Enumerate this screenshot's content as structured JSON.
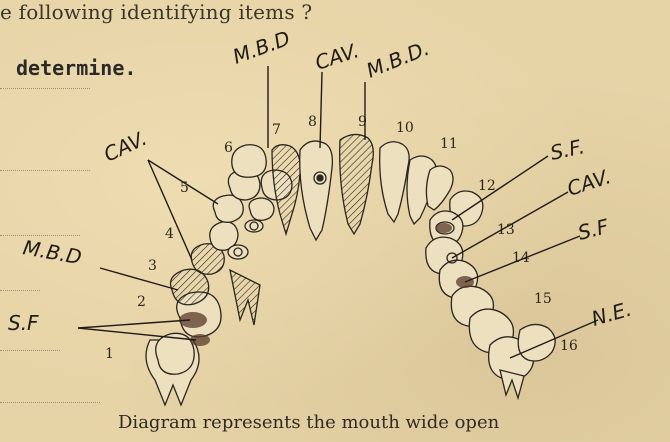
{
  "question": {
    "text": "e following identifying items ?"
  },
  "typed_word": "determine.",
  "caption": "Diagram represents the mouth wide open",
  "tooth_numbers": [
    "1",
    "2",
    "3",
    "4",
    "5",
    "6",
    "7",
    "8",
    "9",
    "10",
    "11",
    "12",
    "13",
    "14",
    "15",
    "16"
  ],
  "annotations": {
    "mbd_top_left": "M.B.D",
    "cav_top": "CAV.",
    "mbd_top_right": "M.B.D.",
    "cav_left": "CAV.",
    "mbd_left": "M.B.D",
    "sf_left": "S.F",
    "sf_right_top": "S.F.",
    "cav_right": "CAV.",
    "sf_right_mid": "S.F",
    "ne_right": "N.E."
  },
  "colors": {
    "paper": "#e6d3a6",
    "ink": "#1f1c18",
    "stain": "#5a3a2a"
  }
}
